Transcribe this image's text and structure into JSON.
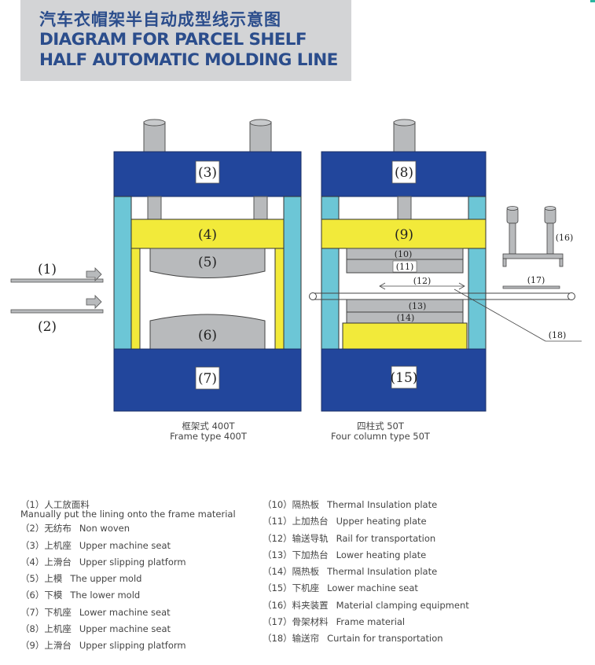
{
  "title": {
    "cn": "汽车衣帽架半自动成型线示意图",
    "en_line1": "DIAGRAM FOR PARCEL SHELF",
    "en_line2": "HALF AUTOMATIC MOLDING LINE"
  },
  "colors": {
    "seat_blue": "#22469c",
    "column_cyan": "#6cc6d6",
    "platform_yellow": "#f2ea3a",
    "mold_gray": "#b8babc",
    "title_bg": "#d3d4d6",
    "title_text": "#2b4d8c"
  },
  "diagram_labels": {
    "p1": "(1)",
    "p2": "(2)",
    "p3": "(3)",
    "p4": "(4)",
    "p5": "(5)",
    "p6": "(6)",
    "p7": "(7)",
    "p8": "(8)",
    "p9": "(9)",
    "p10": "(10)",
    "p11": "(11)",
    "p12": "(12)",
    "p13": "(13)",
    "p14": "(14)",
    "p15": "(15)",
    "p16": "(16)",
    "p17": "(17)",
    "p18": "(18)"
  },
  "captions": {
    "frame_cn": "框架式 400T",
    "frame_en": "Frame type 400T",
    "column_cn": "四柱式 50T",
    "column_en": "Four column type 50T"
  },
  "legend_left": [
    {
      "num": "（1）",
      "cn": "人工放面料",
      "en": ""
    },
    {
      "num": "",
      "cn": "",
      "en": "Manually put the lining onto the frame material"
    },
    {
      "num": "（2）",
      "cn": "无纺布",
      "en": "Non woven"
    },
    {
      "num": "（3）",
      "cn": "上机座",
      "en": "Upper machine seat"
    },
    {
      "num": "（4）",
      "cn": "上滑台",
      "en": "Upper slipping platform"
    },
    {
      "num": "（5）",
      "cn": "上模",
      "en": "The upper mold"
    },
    {
      "num": "（6）",
      "cn": "下模",
      "en": "The lower mold"
    },
    {
      "num": "（7）",
      "cn": "下机座",
      "en": "Lower machine seat"
    },
    {
      "num": "（8）",
      "cn": "上机座",
      "en": "Upper machine seat"
    },
    {
      "num": "（9）",
      "cn": "上滑台",
      "en": "Upper slipping platform"
    }
  ],
  "legend_right": [
    {
      "num": "（10）",
      "cn": "隔热板",
      "en": "Thermal Insulation plate"
    },
    {
      "num": "（11）",
      "cn": "上加热台",
      "en": "Upper heating plate"
    },
    {
      "num": "（12）",
      "cn": "输送导轨",
      "en": "Rail for transportation"
    },
    {
      "num": "（13）",
      "cn": "下加热台",
      "en": "Lower heating plate"
    },
    {
      "num": "（14）",
      "cn": "隔热板",
      "en": "Thermal Insulation plate"
    },
    {
      "num": "（15）",
      "cn": "下机座",
      "en": "Lower machine seat"
    },
    {
      "num": "（16）",
      "cn": "料夹装置",
      "en": "Material clamping equipment"
    },
    {
      "num": "（17）",
      "cn": "骨架材料",
      "en": "Frame material"
    },
    {
      "num": "（18）",
      "cn": "输送帘",
      "en": "Curtain for transportation"
    }
  ]
}
